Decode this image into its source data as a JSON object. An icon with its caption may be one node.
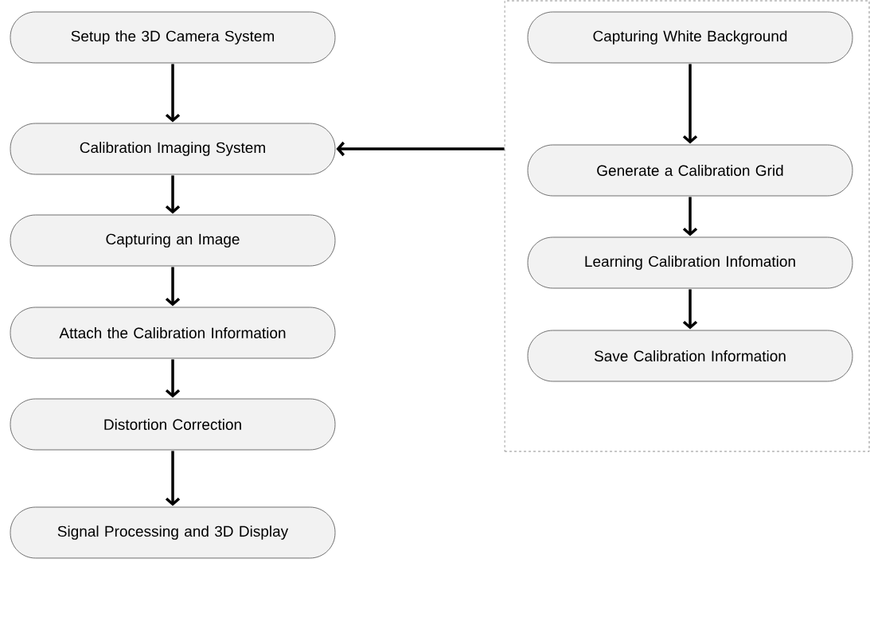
{
  "diagram": {
    "nodes": [
      {
        "text": [
          "Setup the 3D Camera System"
        ]
      },
      {
        "text": [
          "Calibration Imaging System"
        ]
      },
      {
        "text": [
          "Capturing an Image"
        ]
      },
      {
        "text": [
          "Attach the Calibration Information"
        ]
      },
      {
        "text": [
          "Distortion Correction"
        ]
      },
      {
        "text": [
          "Signal Processing and 3D Display"
        ]
      },
      {
        "text": [],
        "shape": "box"
      },
      {
        "text": [
          "Capturing White Background"
        ],
        "in": 6
      },
      {
        "text": [
          "Generate a Calibration Grid"
        ],
        "in": 6
      },
      {
        "text": [
          "Learning Calibration Infomation"
        ],
        "in": 6
      },
      {
        "text": [
          "Save Calibration Information"
        ],
        "in": 6
      }
    ],
    "edges": [
      {
        "from": 0,
        "to": 1,
        "arrow": "to"
      },
      {
        "from": 1,
        "to": 2,
        "arrow": "to"
      },
      {
        "from": 2,
        "to": 3,
        "arrow": "to"
      },
      {
        "from": 3,
        "to": 4,
        "arrow": "to"
      },
      {
        "from": 4,
        "to": 5,
        "arrow": "to"
      },
      {
        "from": 6,
        "to": 1,
        "arrow": "to"
      },
      {
        "from": 7,
        "to": 8,
        "arrow": "to"
      },
      {
        "from": 8,
        "to": 9,
        "arrow": "to"
      },
      {
        "from": 9,
        "to": 10,
        "arrow": "to"
      }
    ]
  }
}
